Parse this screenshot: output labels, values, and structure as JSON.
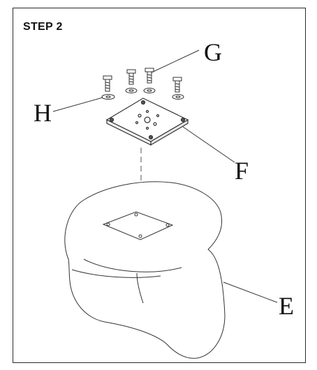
{
  "step": {
    "title": "STEP 2"
  },
  "labels": {
    "e": "E",
    "f": "F",
    "g": "G",
    "h": "H"
  },
  "parts": {
    "e": "seat-base",
    "f": "mounting-plate",
    "g": "bolt",
    "h": "washer"
  },
  "colors": {
    "line": "#333333",
    "frame": "#2a2a2a",
    "text": "#111111"
  }
}
